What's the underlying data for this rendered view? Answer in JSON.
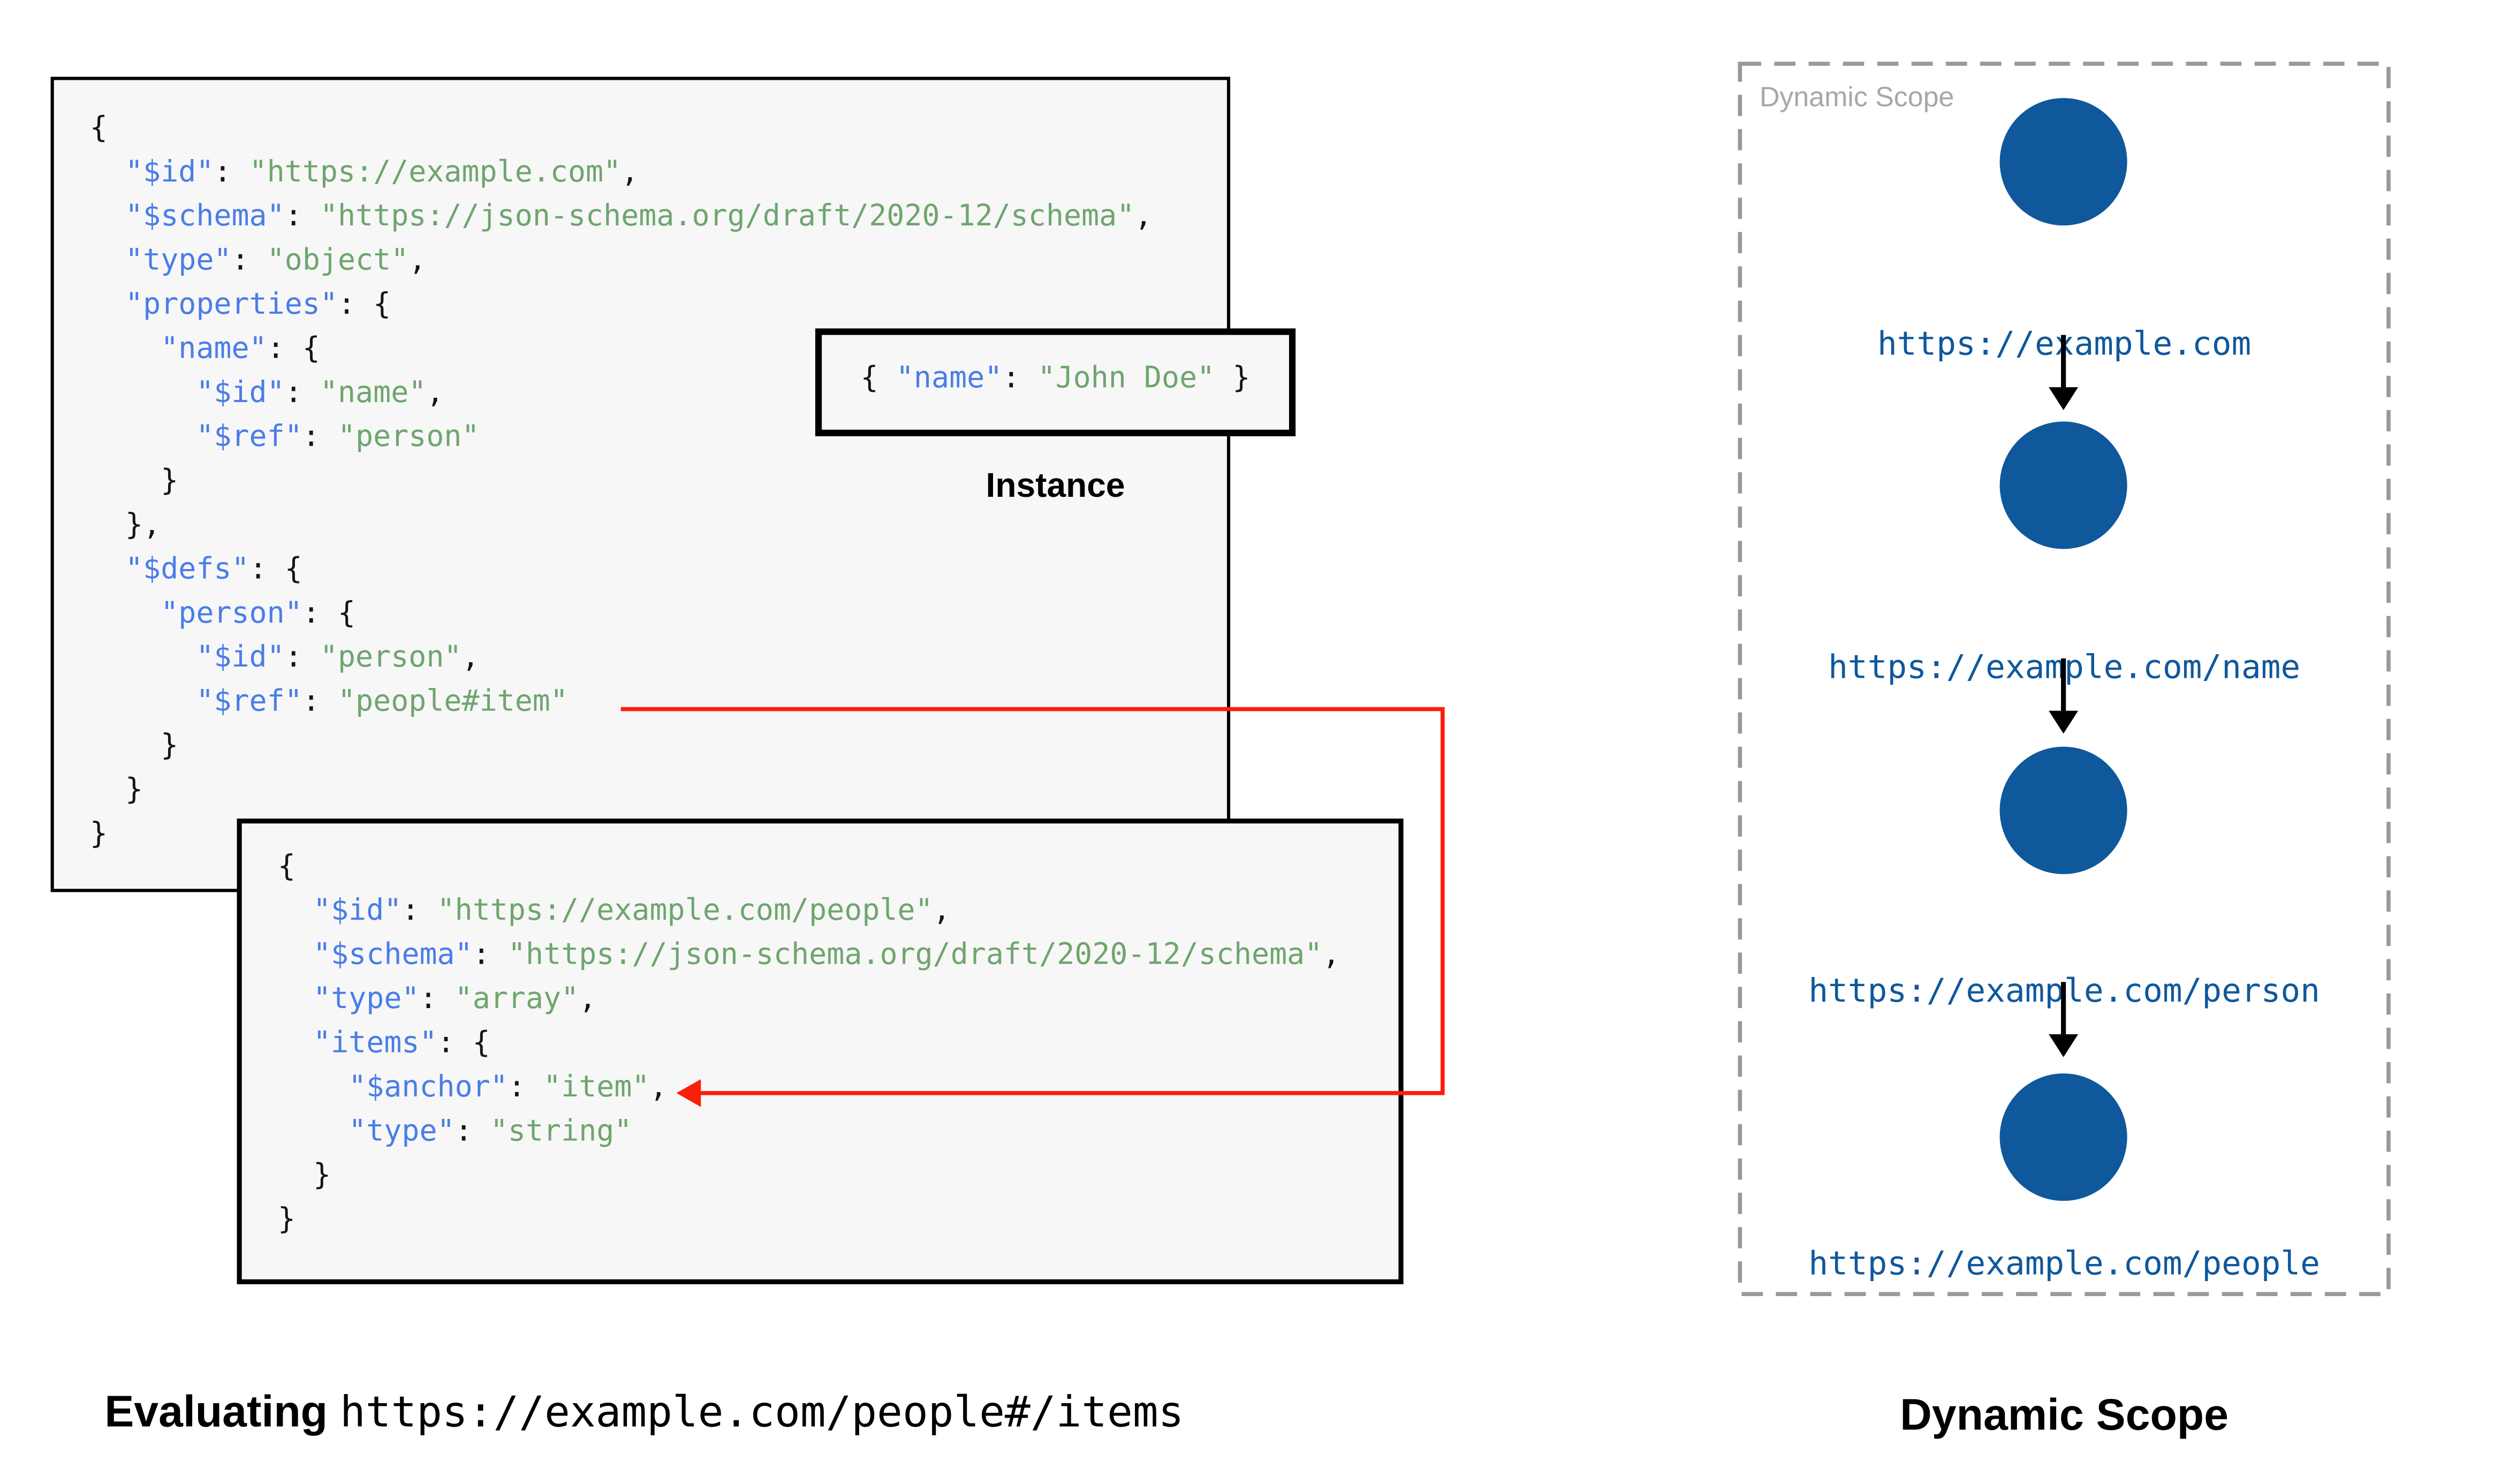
{
  "colors": {
    "key_blue": "#4a7de8",
    "string_green": "#6fa56e",
    "punctuation_black": "#151515",
    "scope_navy": "#0f589c",
    "connector_red": "#fb1e0b",
    "panel_label_gray": "#a7a7a7",
    "dashed_border_gray": "#999999",
    "codebox_background": "#f7f7f7"
  },
  "schema1": {
    "lines": [
      [
        [
          "p",
          "{"
        ]
      ],
      [
        [
          "p",
          "  "
        ],
        [
          "k",
          "\"$id\""
        ],
        [
          "p",
          ": "
        ],
        [
          "s",
          "\"https://example.com\""
        ],
        [
          "p",
          ","
        ]
      ],
      [
        [
          "p",
          "  "
        ],
        [
          "k",
          "\"$schema\""
        ],
        [
          "p",
          ": "
        ],
        [
          "s",
          "\"https://json-schema.org/draft/2020-12/schema\""
        ],
        [
          "p",
          ","
        ]
      ],
      [
        [
          "p",
          "  "
        ],
        [
          "k",
          "\"type\""
        ],
        [
          "p",
          ": "
        ],
        [
          "s",
          "\"object\""
        ],
        [
          "p",
          ","
        ]
      ],
      [
        [
          "p",
          "  "
        ],
        [
          "k",
          "\"properties\""
        ],
        [
          "p",
          ": {"
        ]
      ],
      [
        [
          "p",
          "    "
        ],
        [
          "k",
          "\"name\""
        ],
        [
          "p",
          ": {"
        ]
      ],
      [
        [
          "p",
          "      "
        ],
        [
          "k",
          "\"$id\""
        ],
        [
          "p",
          ": "
        ],
        [
          "s",
          "\"name\""
        ],
        [
          "p",
          ","
        ]
      ],
      [
        [
          "p",
          "      "
        ],
        [
          "k",
          "\"$ref\""
        ],
        [
          "p",
          ": "
        ],
        [
          "s",
          "\"person\""
        ]
      ],
      [
        [
          "p",
          "    }"
        ]
      ],
      [
        [
          "p",
          "  },"
        ]
      ],
      [
        [
          "p",
          "  "
        ],
        [
          "k",
          "\"$defs\""
        ],
        [
          "p",
          ": {"
        ]
      ],
      [
        [
          "p",
          "    "
        ],
        [
          "k",
          "\"person\""
        ],
        [
          "p",
          ": {"
        ]
      ],
      [
        [
          "p",
          "      "
        ],
        [
          "k",
          "\"$id\""
        ],
        [
          "p",
          ": "
        ],
        [
          "s",
          "\"person\""
        ],
        [
          "p",
          ","
        ]
      ],
      [
        [
          "p",
          "      "
        ],
        [
          "k",
          "\"$ref\""
        ],
        [
          "p",
          ": "
        ],
        [
          "s",
          "\"people#item\""
        ]
      ],
      [
        [
          "p",
          "    }"
        ]
      ],
      [
        [
          "p",
          "  }"
        ]
      ],
      [
        [
          "p",
          "}"
        ]
      ]
    ]
  },
  "schema2": {
    "lines": [
      [
        [
          "p",
          "{"
        ]
      ],
      [
        [
          "p",
          "  "
        ],
        [
          "k",
          "\"$id\""
        ],
        [
          "p",
          ": "
        ],
        [
          "s",
          "\"https://example.com/people\""
        ],
        [
          "p",
          ","
        ]
      ],
      [
        [
          "p",
          "  "
        ],
        [
          "k",
          "\"$schema\""
        ],
        [
          "p",
          ": "
        ],
        [
          "s",
          "\"https://json-schema.org/draft/2020-12/schema\""
        ],
        [
          "p",
          ","
        ]
      ],
      [
        [
          "p",
          "  "
        ],
        [
          "k",
          "\"type\""
        ],
        [
          "p",
          ": "
        ],
        [
          "s",
          "\"array\""
        ],
        [
          "p",
          ","
        ]
      ],
      [
        [
          "p",
          "  "
        ],
        [
          "k",
          "\"items\""
        ],
        [
          "p",
          ": {"
        ]
      ],
      [
        [
          "p",
          "    "
        ],
        [
          "k",
          "\"$anchor\""
        ],
        [
          "p",
          ": "
        ],
        [
          "s",
          "\"item\""
        ],
        [
          "p",
          ","
        ]
      ],
      [
        [
          "p",
          "    "
        ],
        [
          "k",
          "\"type\""
        ],
        [
          "p",
          ": "
        ],
        [
          "s",
          "\"string\""
        ]
      ],
      [
        [
          "p",
          "  }"
        ]
      ],
      [
        [
          "p",
          "}"
        ]
      ]
    ]
  },
  "instance": {
    "label": "Instance",
    "code_lines": [
      [
        [
          "p",
          "{ "
        ],
        [
          "k",
          "\"name\""
        ],
        [
          "p",
          ": "
        ],
        [
          "s",
          "\"John Doe\""
        ],
        [
          "p",
          " }"
        ]
      ]
    ]
  },
  "dynamic_scope": {
    "panel_label": "Dynamic Scope",
    "nodes": [
      {
        "label": "https://example.com"
      },
      {
        "label": "https://example.com/name"
      },
      {
        "label": "https://example.com/person"
      },
      {
        "label": "https://example.com/people"
      }
    ]
  },
  "captions": {
    "evaluating_label": "Evaluating",
    "evaluating_uri": "https://example.com/people#/items",
    "dynamic_scope_title": "Dynamic Scope"
  }
}
